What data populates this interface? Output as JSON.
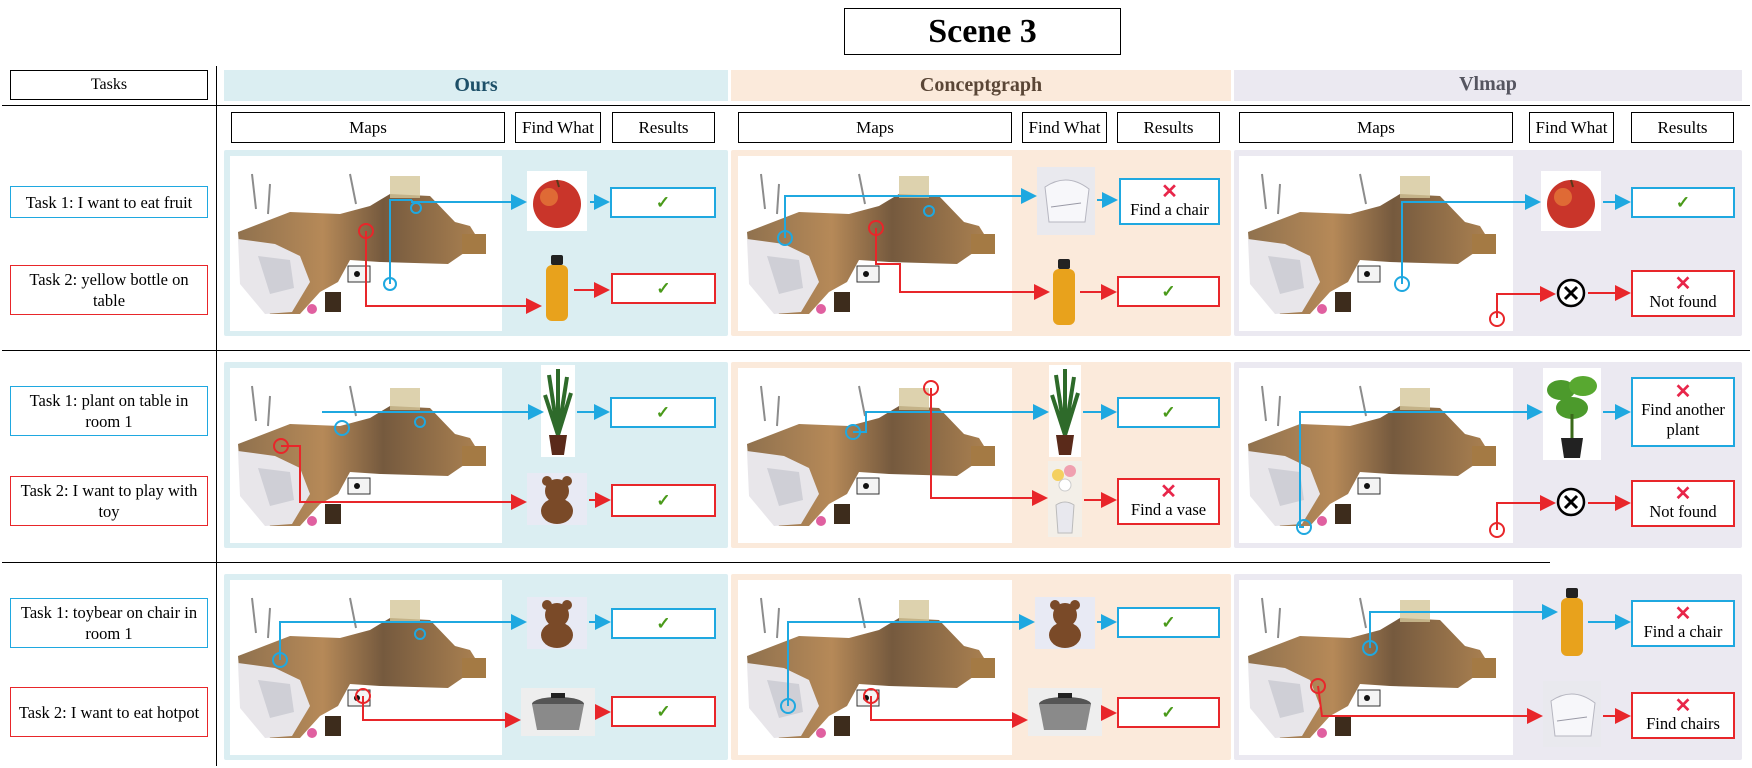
{
  "title": "Scene 3",
  "tasks_header": "Tasks",
  "methods": [
    {
      "name": "Ours",
      "color": "#1d4f68"
    },
    {
      "name": "Conceptgraph",
      "color": "#5a4636"
    },
    {
      "name": "Vlmap",
      "color": "#555560"
    }
  ],
  "subheaders": {
    "maps": "Maps",
    "find": "Find What",
    "results": "Results"
  },
  "colors": {
    "ours_panel": "#dbeef2",
    "concept_panel": "#fbeadb",
    "vlmap_panel": "#ebe9f1",
    "blue": "#1fa8e0",
    "red": "#e8262a",
    "tick": "#4a9a1a",
    "cross": "#e8264a"
  },
  "rows": [
    {
      "task1": "Task 1: I want to eat fruit",
      "task2": "Task 2: yellow bottle on table",
      "results": {
        "ours": [
          {
            "ok": true,
            "mark": "✓",
            "text": ""
          },
          {
            "ok": true,
            "mark": "✓",
            "text": ""
          }
        ],
        "concept": [
          {
            "ok": false,
            "mark": "✕",
            "text": "Find a chair"
          },
          {
            "ok": true,
            "mark": "✓",
            "text": ""
          }
        ],
        "vlmap": [
          {
            "ok": true,
            "mark": "✓",
            "text": ""
          },
          {
            "ok": false,
            "mark": "✕",
            "text": "Not found"
          }
        ]
      },
      "objects": {
        "ours": [
          "apple-icon",
          "yellow-bottle-icon"
        ],
        "concept": [
          "chair-icon",
          "yellow-bottle-icon"
        ],
        "vlmap": [
          "apple-icon",
          "not-found-icon"
        ]
      }
    },
    {
      "task1": "Task 1: plant on table in room 1",
      "task2": "Task 2: I want to play with toy",
      "results": {
        "ours": [
          {
            "ok": true,
            "mark": "✓",
            "text": ""
          },
          {
            "ok": true,
            "mark": "✓",
            "text": ""
          }
        ],
        "concept": [
          {
            "ok": true,
            "mark": "✓",
            "text": ""
          },
          {
            "ok": false,
            "mark": "✕",
            "text": "Find a vase"
          }
        ],
        "vlmap": [
          {
            "ok": false,
            "mark": "✕",
            "text": "Find another plant"
          },
          {
            "ok": false,
            "mark": "✕",
            "text": "Not found"
          }
        ]
      },
      "objects": {
        "ours": [
          "plant-icon",
          "teddy-bear-icon"
        ],
        "concept": [
          "plant-icon",
          "vase-icon"
        ],
        "vlmap": [
          "plant-pot-icon",
          "not-found-icon"
        ]
      }
    },
    {
      "task1": "Task 1: toybear on chair in room 1",
      "task2": "Task 2:  I want to eat hotpot",
      "results": {
        "ours": [
          {
            "ok": true,
            "mark": "✓",
            "text": ""
          },
          {
            "ok": true,
            "mark": "✓",
            "text": ""
          }
        ],
        "concept": [
          {
            "ok": true,
            "mark": "✓",
            "text": ""
          },
          {
            "ok": true,
            "mark": "✓",
            "text": ""
          }
        ],
        "vlmap": [
          {
            "ok": false,
            "mark": "✕",
            "text": "Find a chair"
          },
          {
            "ok": false,
            "mark": "✕",
            "text": "Find chairs"
          }
        ]
      },
      "objects": {
        "ours": [
          "teddy-bear-icon",
          "pot-icon"
        ],
        "concept": [
          "teddy-bear-icon",
          "pot-icon"
        ],
        "vlmap": [
          "yellow-bottle-icon",
          "chair-icon"
        ]
      }
    }
  ]
}
